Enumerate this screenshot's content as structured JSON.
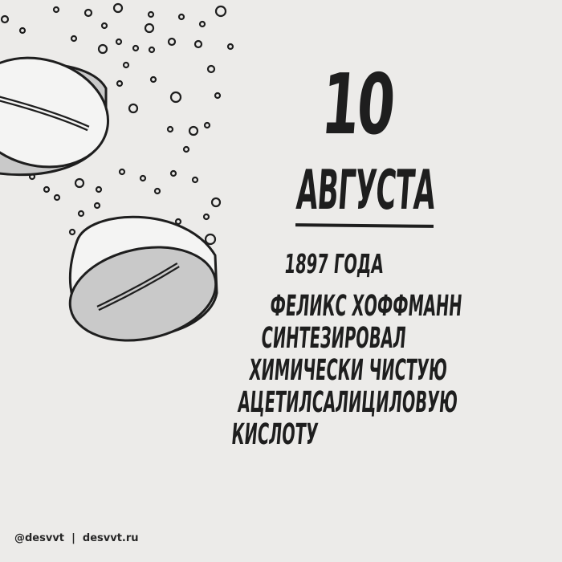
{
  "date": {
    "day": "10",
    "month": "АВГУСТА",
    "year": "1897 ГОДА"
  },
  "fact_lines": [
    "ФЕЛИКС ХОФФМАНН",
    "СИНТЕЗИРОВАЛ",
    "ХИМИЧЕСКИ ЧИСТУЮ",
    "АЦЕТИЛСАЛИЦИЛОВУЮ",
    "КИСЛОТУ"
  ],
  "credit": {
    "handle": "@desvvt",
    "separator": "|",
    "site": "desvvt.ru"
  },
  "colors": {
    "paper": "#ecebe9",
    "ink": "#1e1e1e",
    "tablet_top": "#f4f4f3",
    "tablet_side": "#c9c9c9"
  },
  "icons": [
    "aspirin-tablet-icon",
    "fizz-bubbles"
  ]
}
